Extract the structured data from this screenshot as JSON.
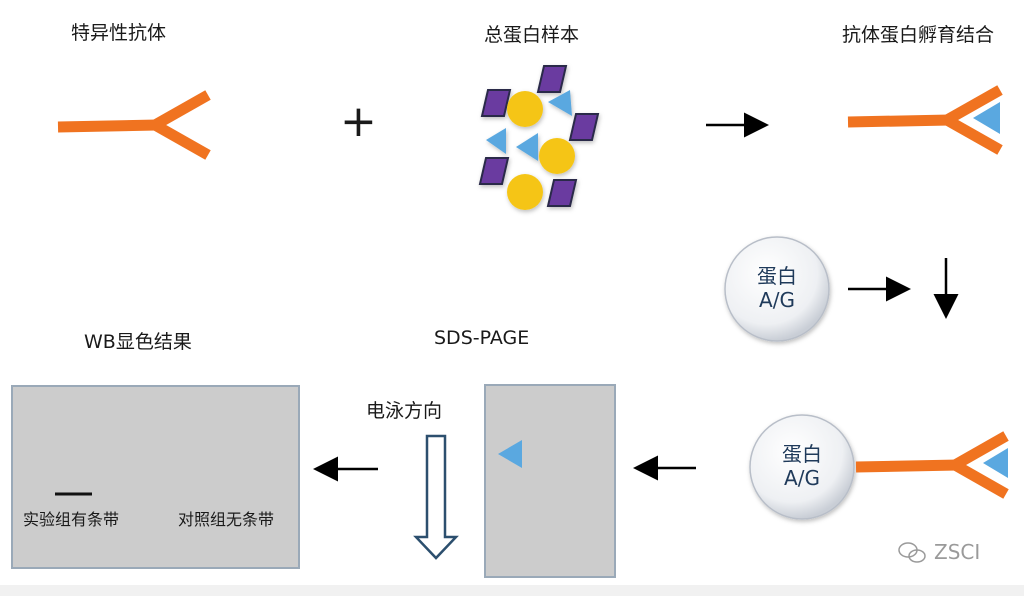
{
  "diagram": {
    "labels": {
      "specific_antibody": "特异性抗体",
      "total_protein_sample": "总蛋白样本",
      "antibody_protein_incubation": "抗体蛋白孵育结合",
      "wb_result": "WB显色结果",
      "sds_page": "SDS-PAGE",
      "electrophoresis_direction": "电泳方向"
    },
    "plus_sign": "+",
    "protein_ag": {
      "line1": "蛋白",
      "line2": "A/G"
    },
    "wb_panel": {
      "experimental_label": "实验组有条带",
      "control_label": "对照组无条带"
    },
    "watermark": "ZSCI",
    "colors": {
      "antibody": "#f07320",
      "protein_square": "#6a3aa0",
      "protein_circle": "#f5c518",
      "protein_triangle": "#5aa8e0",
      "panel": "#cccccc",
      "panel_border": "#9aa9b8",
      "arrow": "#000000"
    }
  }
}
